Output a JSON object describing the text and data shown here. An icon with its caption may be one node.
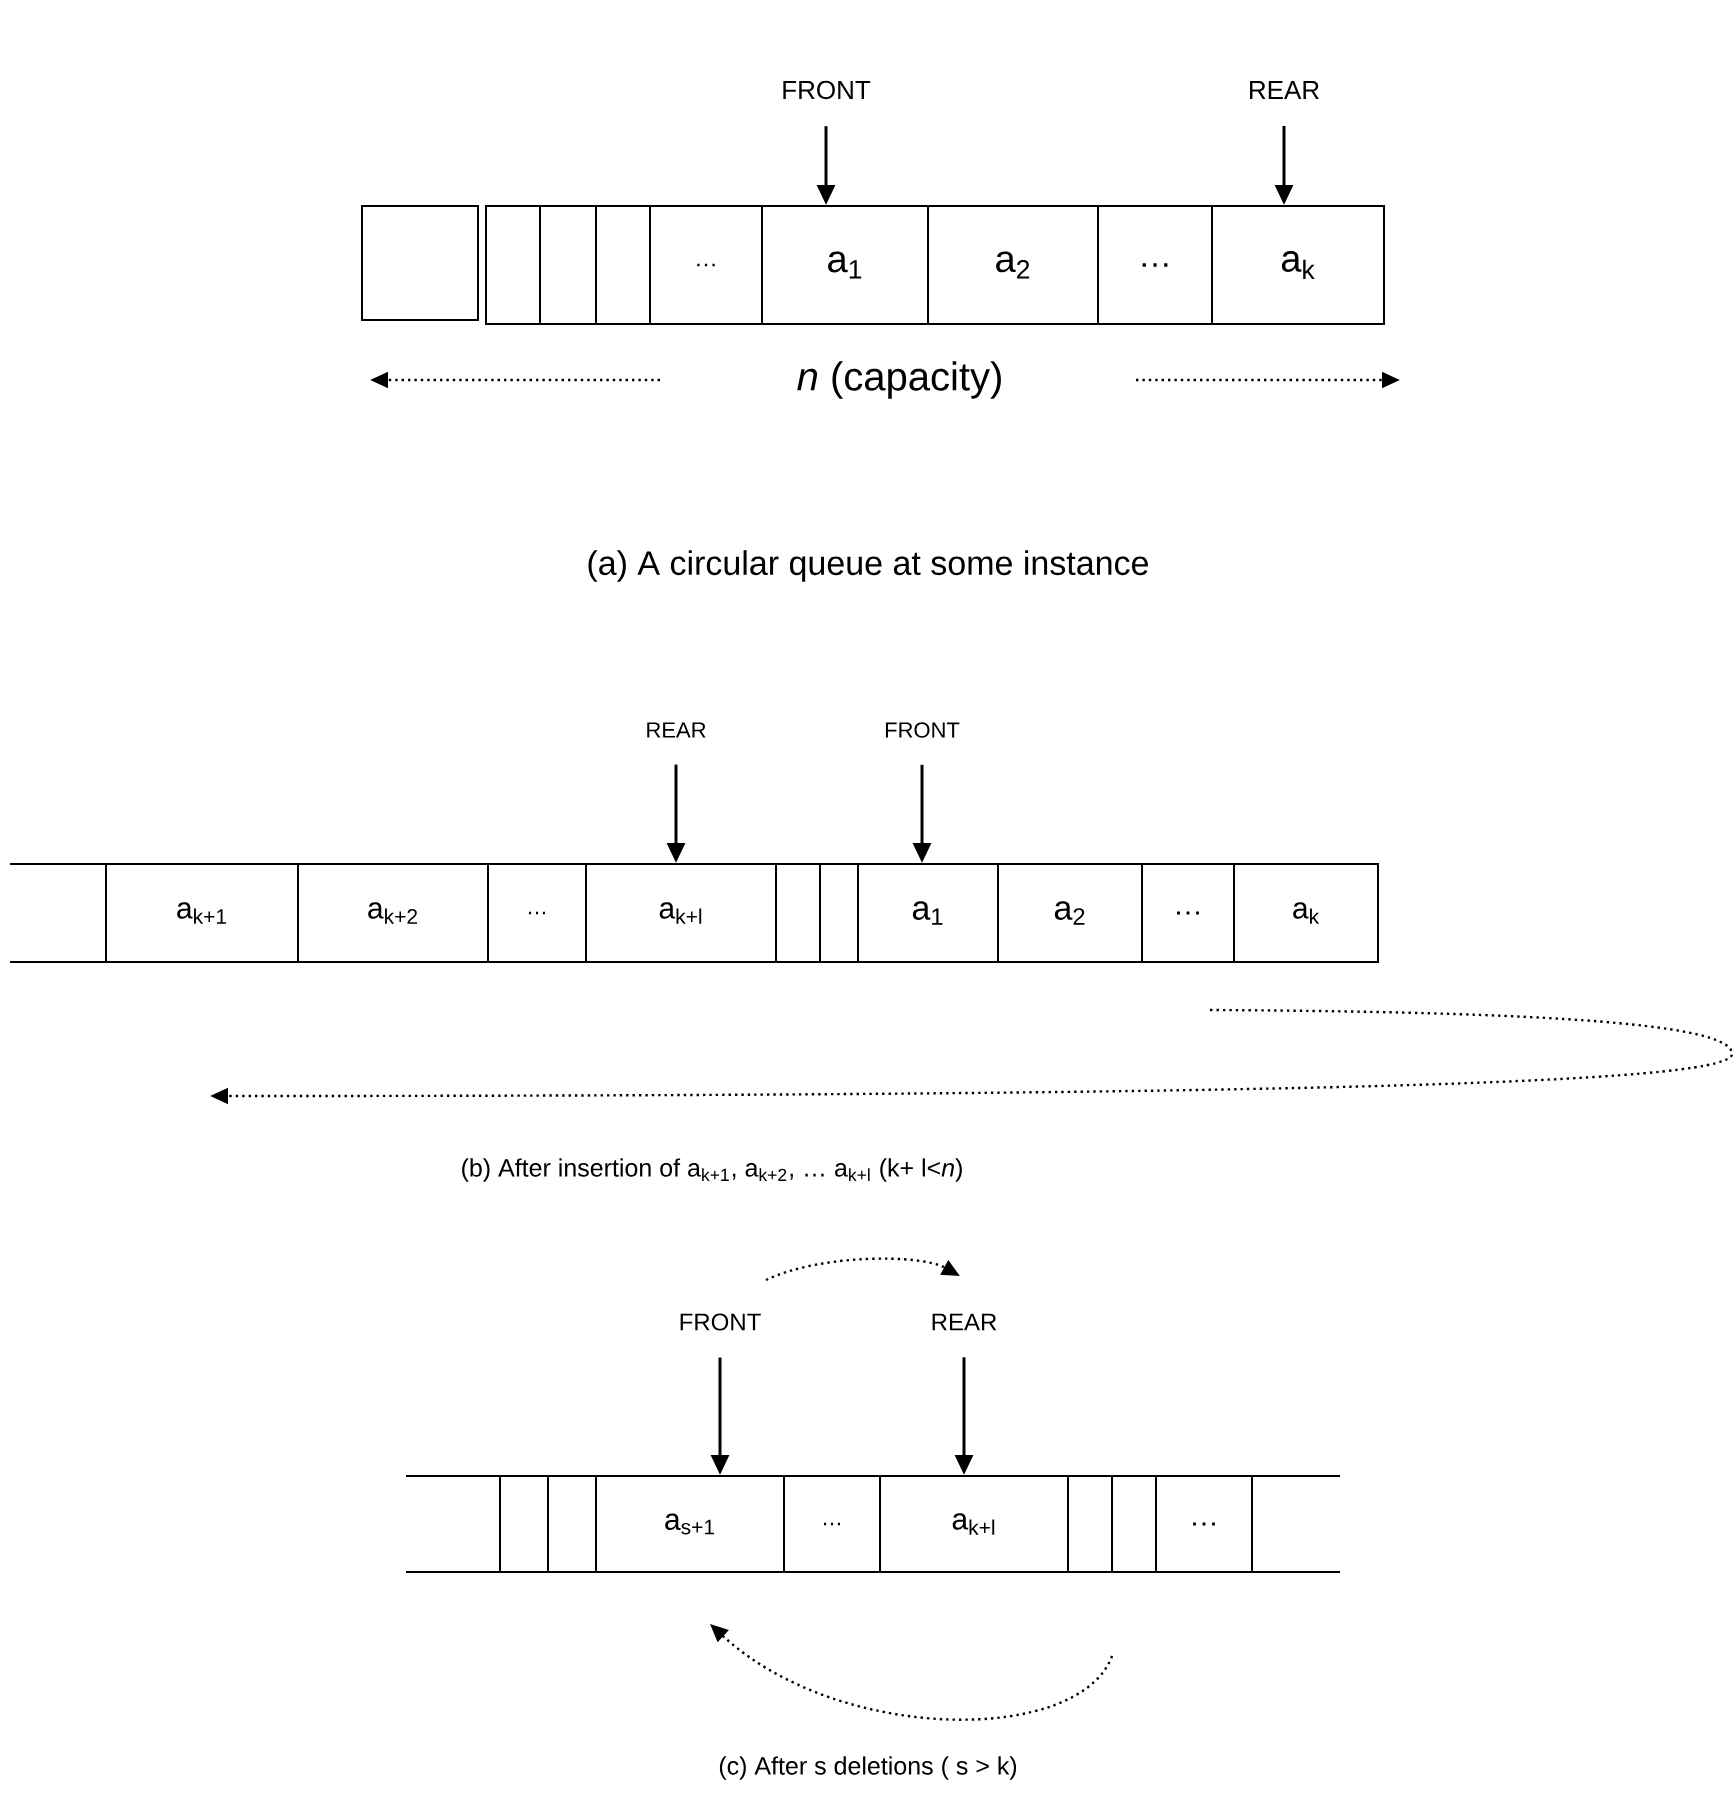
{
  "diagram": {
    "nodes": [
      {
        "text": [
          "FRONT"
        ]
      },
      {
        "text": [
          "REAR"
        ]
      },
      {
        "text": [],
        "shape": "box"
      },
      {
        "text": [],
        "shape": "box"
      },
      {
        "text": [],
        "shape": "box"
      },
      {
        "text": [],
        "shape": "box"
      },
      {
        "text": [
          "…"
        ]
      },
      {
        "text": [
          "a$_{1}$"
        ]
      },
      {
        "text": [
          "a$_{2}$"
        ]
      },
      {
        "text": [
          "…"
        ]
      },
      {
        "text": [
          "a$_{k}$"
        ]
      },
      {
        "text": [
          "REAR"
        ]
      },
      {
        "text": [
          "FRONT"
        ]
      },
      {
        "text": [],
        "shape": "box"
      },
      {
        "text": [
          "a$_{k+1}$"
        ]
      },
      {
        "text": [
          "a$_{k+2}$"
        ]
      },
      {
        "text": [
          "…"
        ]
      },
      {
        "text": [
          "a$_{k+l}$"
        ]
      },
      {
        "text": [],
        "shape": "box"
      },
      {
        "text": [],
        "shape": "box"
      },
      {
        "text": [
          "a$_{1}$"
        ]
      },
      {
        "text": [
          "a$_{2}$"
        ]
      },
      {
        "text": [
          "…"
        ]
      },
      {
        "text": [
          "a$_{k}$"
        ]
      },
      {
        "text": [
          "FRONT"
        ]
      },
      {
        "text": [
          "REAR"
        ]
      },
      {
        "text": [],
        "shape": "box"
      },
      {
        "text": [],
        "shape": "box"
      },
      {
        "text": [],
        "shape": "box"
      },
      {
        "text": [
          "a$_{s+1}$"
        ]
      },
      {
        "text": [
          "…"
        ]
      },
      {
        "text": [
          "a$_{k+l}$"
        ]
      },
      {
        "text": [],
        "shape": "box"
      },
      {
        "text": [],
        "shape": "box"
      },
      {
        "text": [
          "…"
        ]
      },
      {
        "text": [],
        "shape": "box"
      }
    ],
    "edges": [
      {
        "from": 0,
        "to": 7,
        "arrow": "to"
      },
      {
        "from": 1,
        "to": 10,
        "arrow": "to"
      },
      {
        "from": 11,
        "to": 17,
        "arrow": "to"
      },
      {
        "from": 12,
        "to": 20,
        "arrow": "to"
      },
      {
        "from": 24,
        "to": 29,
        "arrow": "to"
      },
      {
        "from": 25,
        "to": 31,
        "arrow": "to"
      }
    ],
    "labels": [
      "*n* (capacity)",
      "(a) A circular queue at some instance",
      "(b) After insertion of a$_{k+1}$, a$_{k+2}$, … a$_{k+l}$ (k+ l<*n*)",
      "(c) After s deletions ( s > k)"
    ]
  }
}
